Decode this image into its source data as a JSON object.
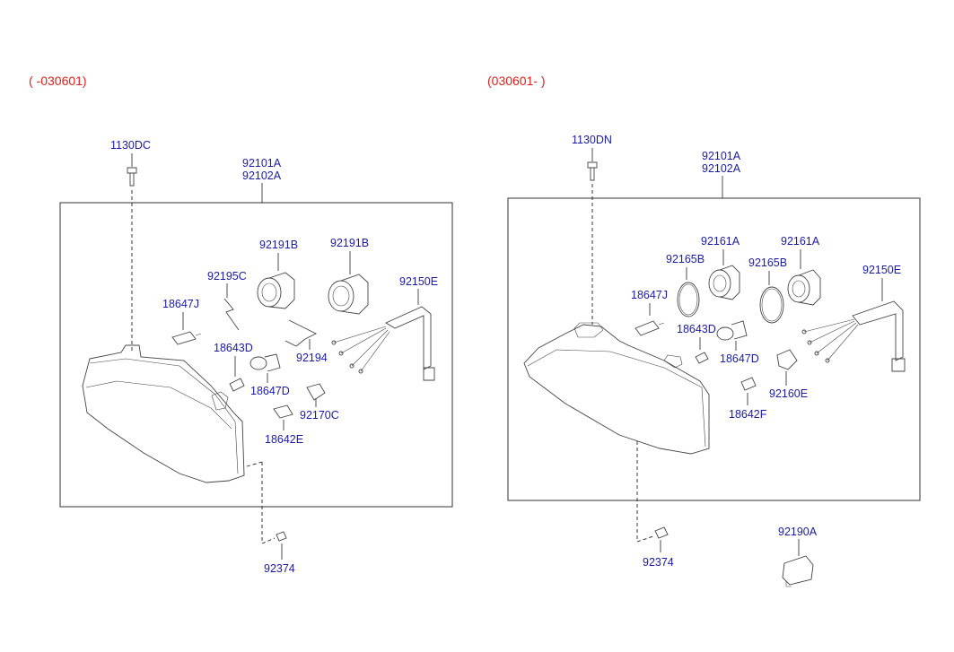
{
  "colors": {
    "version_label": "#e0201a",
    "part_label": "#1a1aaa",
    "lines": "#333333"
  },
  "left": {
    "version": "( -030601)",
    "labels": {
      "bolt": "1130DC",
      "assembly_1": "92101A",
      "assembly_2": "92102A",
      "cap_a": "92191B",
      "cap_b": "92191B",
      "clip": "92195C",
      "bulb_j": "18647J",
      "bulb_d43": "18643D",
      "bulb_d47": "18647D",
      "spring": "92194",
      "harness": "92150E",
      "socket": "92170C",
      "bulb_e": "18642E",
      "screw": "92374"
    }
  },
  "right": {
    "version": "(030601- )",
    "labels": {
      "bolt": "1130DN",
      "assembly_1": "92101A",
      "assembly_2": "92102A",
      "cap_a": "92161A",
      "cap_b": "92161A",
      "ring_a": "92165B",
      "ring_b": "92165B",
      "bulb_j": "18647J",
      "bulb_d43": "18643D",
      "bulb_d47": "18647D",
      "harness": "92150E",
      "socket": "92160E",
      "bulb_f": "18642F",
      "screw": "92374",
      "actuator": "92190A"
    }
  }
}
